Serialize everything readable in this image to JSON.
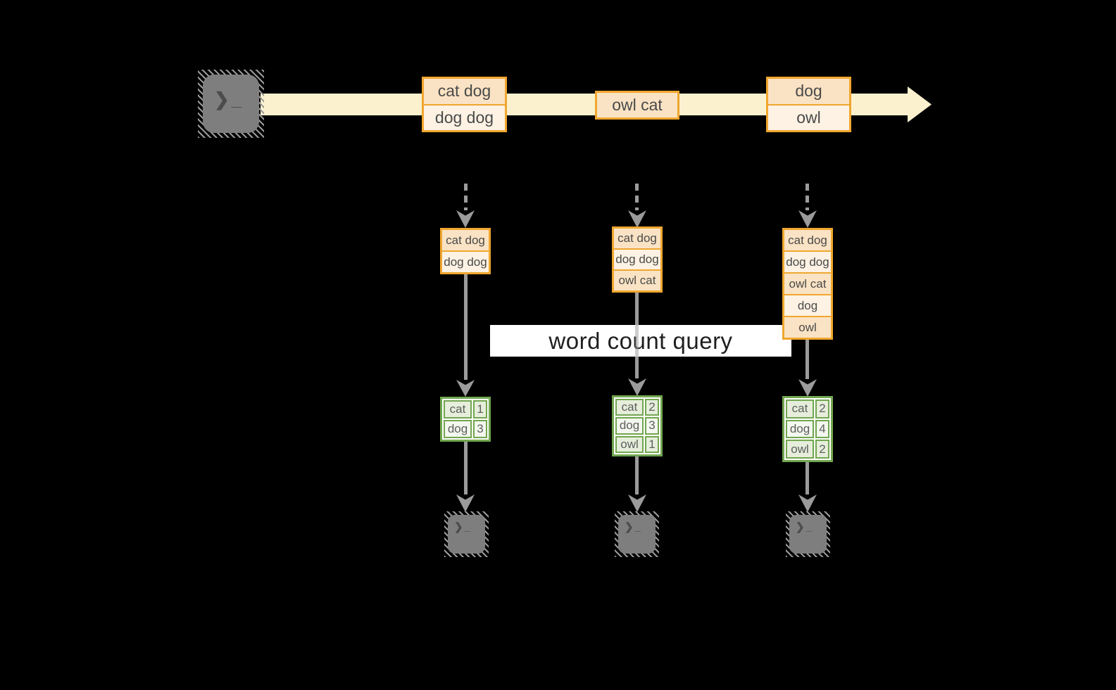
{
  "query_label": "word count query",
  "icons": {
    "terminal_glyph": "❯_"
  },
  "colors": {
    "background": "#000000",
    "stream-band": "#FBF1CF",
    "orange-border": "#F0A62F",
    "peach-fill": "#FAE3C4",
    "cream-fill": "#FDF2E3",
    "green-border": "#71A64F",
    "sage-fill": "#E6EEDB",
    "pale-fill": "#F3F7EE",
    "arrow-gray": "#9B9B9B",
    "terminal-gray": "#7E7E7E",
    "text-dark": "#4A4A4A",
    "query-text": "#1F1F1F"
  },
  "stream": {
    "messages": [
      {
        "rows": [
          "cat dog",
          "dog dog"
        ]
      },
      {
        "rows": [
          "owl cat"
        ]
      },
      {
        "rows": [
          "dog",
          "owl"
        ]
      }
    ]
  },
  "workers": [
    {
      "buffer": [
        "cat dog",
        "dog dog"
      ],
      "counts": [
        {
          "word": "cat",
          "count": 1
        },
        {
          "word": "dog",
          "count": 3
        }
      ]
    },
    {
      "buffer": [
        "cat dog",
        "dog dog",
        "owl cat"
      ],
      "counts": [
        {
          "word": "cat",
          "count": 2
        },
        {
          "word": "dog",
          "count": 3
        },
        {
          "word": "owl",
          "count": 1
        }
      ]
    },
    {
      "buffer": [
        "cat dog",
        "dog dog",
        "owl cat",
        "dog",
        "owl"
      ],
      "counts": [
        {
          "word": "cat",
          "count": 2
        },
        {
          "word": "dog",
          "count": 4
        },
        {
          "word": "owl",
          "count": 2
        }
      ]
    }
  ]
}
